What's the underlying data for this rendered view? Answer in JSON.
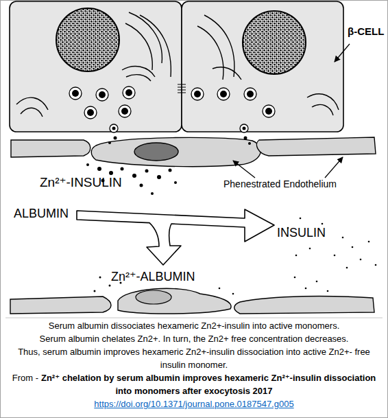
{
  "diagram": {
    "labels": [
      "β-CELL",
      "Zn²⁺-INSULIN",
      "Phenestrated Endothelium",
      "ALBUMIN",
      "INSULIN",
      "Zn²⁺-ALBUMIN",
      "Serum albumin dissociates hexameric Zn2+-insulin into active monomers.",
      "Serum albumin chelates Zn2+. In turn, the Zn2+ free concentration decreases.",
      "Thus, serum albumin improves hexameric Zn2+-insulin dissociation into active Zn2+- free insulin monomer.",
      "From -",
      "Zn²⁺ chelation by serum albumin improves hexameric Zn²⁺-insulin dissociation into monomers after exocytosis 2017",
      "https://doi.org/10.1371/journal.pone.0187547.g005"
    ]
  }
}
